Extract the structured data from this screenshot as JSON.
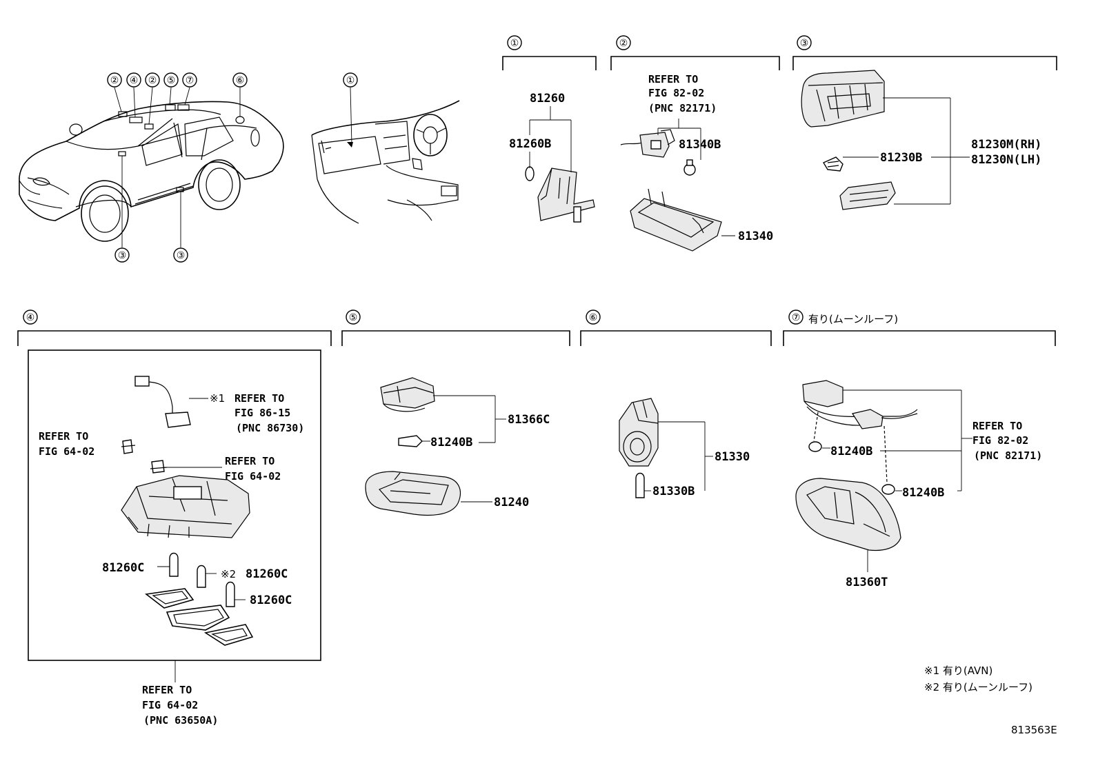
{
  "diagram": {
    "footer_code": "813563E",
    "car_callouts": [
      "②",
      "④",
      "②",
      "⑤",
      "⑦",
      "⑥",
      "③",
      "③"
    ],
    "dash_callout": "①",
    "sections": {
      "s1": {
        "num": "①",
        "labels": [
          "81260",
          "81260B"
        ]
      },
      "s2": {
        "num": "②",
        "refer": [
          "REFER TO",
          "FIG 82-02",
          "(PNC 82171)"
        ],
        "labels": [
          "81340B",
          "81340"
        ]
      },
      "s3": {
        "num": "③",
        "labels": [
          "81230B",
          "81230M(RH)",
          "81230N(LH)"
        ]
      },
      "s4": {
        "num": "④",
        "note1_mark": "※1",
        "refer_a": [
          "REFER TO",
          "FIG 86-15",
          "(PNC 86730)"
        ],
        "refer_b": [
          "REFER TO",
          "FIG 64-02"
        ],
        "refer_c": [
          "REFER TO",
          "FIG 64-02"
        ],
        "refer_d": [
          "REFER TO",
          "FIG 64-02",
          "(PNC 63650A)"
        ],
        "labels": [
          "81260C",
          "81260C",
          "81260C"
        ],
        "note2_mark": "※2"
      },
      "s5": {
        "num": "⑤",
        "labels": [
          "81366C",
          "81240B",
          "81240"
        ]
      },
      "s6": {
        "num": "⑥",
        "labels": [
          "81330",
          "81330B"
        ]
      },
      "s7": {
        "num": "⑦",
        "title": "有り(ムーンルーフ)",
        "refer": [
          "REFER TO",
          "FIG 82-02",
          "(PNC 82171)"
        ],
        "labels": [
          "81240B",
          "81240B",
          "81360T"
        ]
      }
    },
    "notes": [
      "※1 有り(AVN)",
      "※2 有り(ムーンルーフ)"
    ]
  }
}
